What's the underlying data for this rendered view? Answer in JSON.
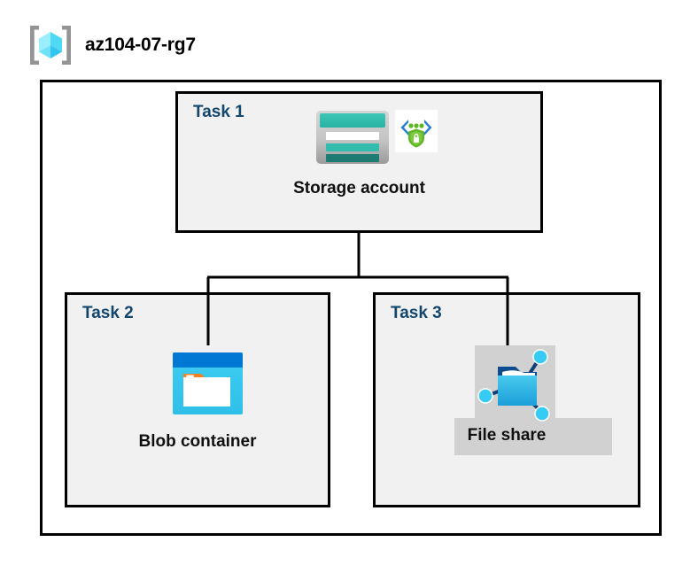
{
  "diagram": {
    "type": "azure-architecture-diagram",
    "background_color": "#ffffff"
  },
  "resource_group": {
    "name": "az104-07-rg7",
    "icon": "resource-group-cube-icon",
    "icon_colors": {
      "bracket": "#949494",
      "cube_light": "#9beefc",
      "cube_mid": "#50d9f5",
      "cube_dark": "#32c5ef"
    },
    "border_color": "#000000"
  },
  "tasks": [
    {
      "id": "task1",
      "label": "Task 1",
      "node_caption": "Storage account",
      "icons": [
        "storage-account-icon",
        "secure-endpoint-shield-icon"
      ],
      "box_fill": "#f1f1f1",
      "label_color": "#13476d",
      "highlighted": false
    },
    {
      "id": "task2",
      "label": "Task 2",
      "node_caption": "Blob container",
      "icons": [
        "blob-container-icon"
      ],
      "box_fill": "#f1f1f1",
      "label_color": "#13476d",
      "highlighted": false
    },
    {
      "id": "task3",
      "label": "Task 3",
      "node_caption": "File share",
      "icons": [
        "file-share-icon"
      ],
      "box_fill": "#f1f1f1",
      "label_color": "#13476d",
      "highlighted": true,
      "highlight_color": "#d1d1d1"
    }
  ],
  "connectors": {
    "color": "#000000",
    "from": "task1",
    "to": [
      "task2",
      "task3"
    ],
    "style": "orthogonal-tree"
  },
  "palette": {
    "storage_teal": "#32bcad",
    "storage_teal_dark": "#1d7b72",
    "storage_gray": "#b3b3b3",
    "blob_blue": "#0078d4",
    "blob_cyan": "#32c5f4",
    "blob_orange": "#f58220",
    "shield_green": "#5fb624",
    "bracket_blue": "#2a7fd4",
    "fileshare_blue": "#32bdeb",
    "fileshare_navy": "#0f4b8f",
    "node_text": "#101010",
    "task_label": "#13476d"
  }
}
